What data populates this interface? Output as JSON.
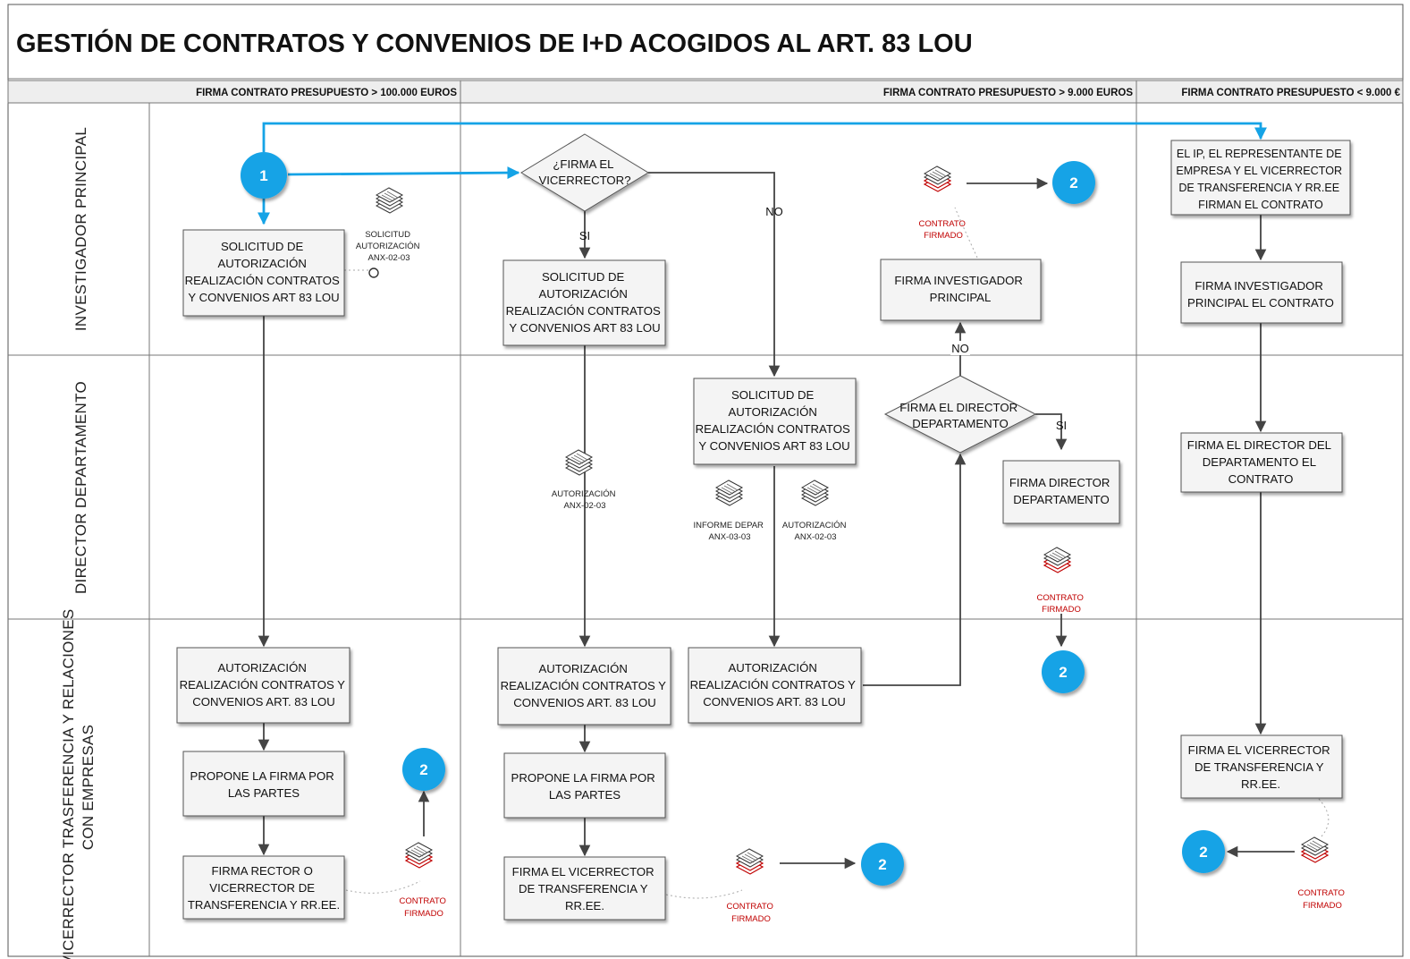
{
  "title": "GESTIÓN DE CONTRATOS Y CONVENIOS DE I+D ACOGIDOS AL ART. 83 LOU",
  "columns": [
    "FIRMA CONTRATO PRESUPUESTO > 100.000 EUROS",
    "FIRMA CONTRATO PRESUPUESTO > 9.000 EUROS",
    "FIRMA CONTRATO PRESUPUESTO < 9.000 €"
  ],
  "lanes": {
    "ip": "INVESTIGADOR PRINCIPAL",
    "dd": "DIRECTOR DEPARTAMENTO",
    "vt1": "VICERRECTOR TRASFERENCIA Y RELACIONES",
    "vt2": "CON EMPRESAS"
  },
  "connectors": {
    "one": "1",
    "two": "2"
  },
  "labels": {
    "si": "SI",
    "no": "NO"
  },
  "boxes": {
    "solicitud_a": [
      "SOLICITUD DE",
      "AUTORIZACIÓN",
      "REALIZACIÓN CONTRATOS",
      "Y CONVENIOS ART 83 LOU"
    ],
    "autoriz_a": [
      "AUTORIZACIÓN",
      "REALIZACIÓN CONTRATOS Y",
      "CONVENIOS ART. 83 LOU"
    ],
    "propone_a": [
      "PROPONE LA FIRMA POR",
      "LAS PARTES"
    ],
    "firma_rector": [
      "FIRMA RECTOR O",
      "VICERRECTOR DE",
      "TRANSFERENCIA Y RR.EE."
    ],
    "decision_vic": [
      "¿FIRMA EL",
      "VICERRECTOR?"
    ],
    "solicitud_b": [
      "SOLICITUD DE",
      "AUTORIZACIÓN",
      "REALIZACIÓN CONTRATOS",
      "Y CONVENIOS ART 83 LOU"
    ],
    "autoriz_b": [
      "AUTORIZACIÓN",
      "REALIZACIÓN CONTRATOS Y",
      "CONVENIOS ART. 83 LOU"
    ],
    "propone_b": [
      "PROPONE LA FIRMA POR",
      "LAS PARTES"
    ],
    "firma_vic_b": [
      "FIRMA EL  VICERRECTOR",
      "DE TRANSFERENCIA Y",
      "RR.EE."
    ],
    "solicitud_c": [
      "SOLICITUD DE",
      "AUTORIZACIÓN",
      "REALIZACIÓN CONTRATOS",
      "Y CONVENIOS ART 83 LOU"
    ],
    "autoriz_c": [
      "AUTORIZACIÓN",
      "REALIZACIÓN CONTRATOS Y",
      "CONVENIOS ART. 83 LOU"
    ],
    "decision_dir": [
      "FIRMA EL DIRECTOR",
      "DEPARTAMENTO"
    ],
    "firma_ip_c": [
      "FIRMA INVESTIGADOR",
      "PRINCIPAL"
    ],
    "firma_dir_c": [
      "FIRMA DIRECTOR",
      "DEPARTAMENTO"
    ],
    "firman_d": [
      "EL IP, EL REPRESENTANTE DE",
      "EMPRESA Y EL VICERRECTOR",
      "DE TRANSFERENCIA Y RR.EE",
      "FIRMAN EL CONTRATO"
    ],
    "firma_ip_d": [
      "FIRMA INVESTIGADOR",
      "PRINCIPAL EL CONTRATO"
    ],
    "firma_dir_d": [
      "FIRMA EL DIRECTOR DEL",
      "DEPARTAMENTO EL",
      "CONTRATO"
    ],
    "firma_vic_d": [
      "FIRMA EL  VICERRECTOR",
      "DE TRANSFERENCIA Y",
      "RR.EE."
    ]
  },
  "documents": {
    "sol_aut": [
      "SOLICITUD",
      "AUTORIZACIÓN",
      "ANX-02-03"
    ],
    "aut_b": [
      "AUTORIZACIÓN",
      "ANX-02-03"
    ],
    "informe": [
      "INFORME DEPAR",
      "ANX-03-03"
    ],
    "aut_c": [
      "AUTORIZACIÓN",
      "ANX-02-03"
    ],
    "contrato": [
      "CONTRATO",
      "FIRMADO"
    ]
  },
  "colors": {
    "connector": "#15a3e6",
    "signed": "#c00000",
    "box": "#f4f4f4"
  }
}
